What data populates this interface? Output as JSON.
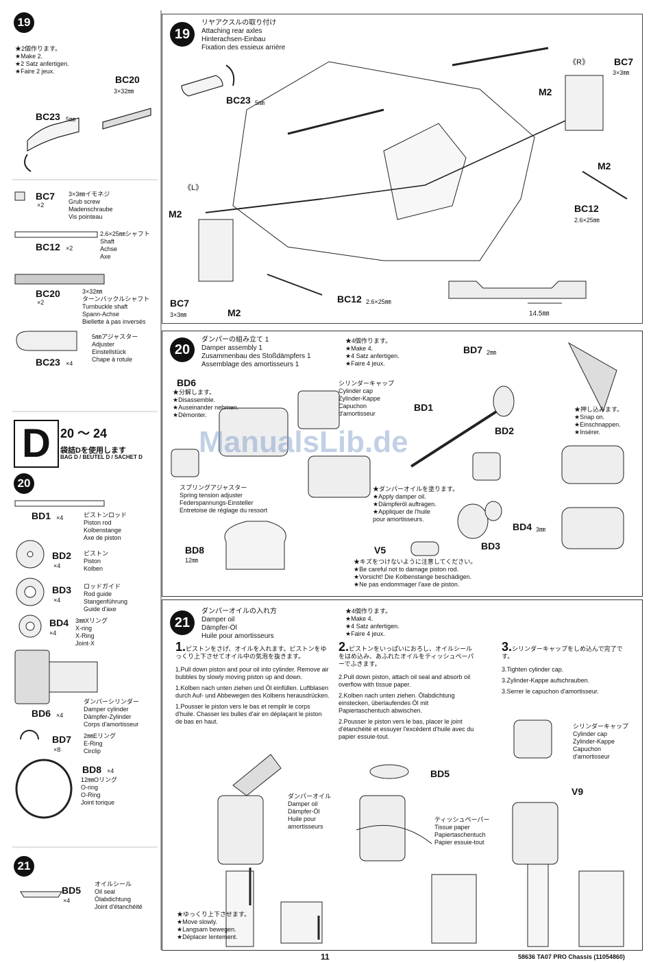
{
  "step19": {
    "num": "19",
    "make2": "★2個作ります。\n★Make 2.\n★2 Satz anfertigen.\n★Faire 2 jeux.",
    "bc20_label": "BC20",
    "bc20_size": "3×32㎜",
    "bc23_label": "BC23",
    "bc23_size": "5㎜",
    "bc23r_label": "BC23",
    "bc23r_size": "5㎜",
    "title": "リヤアクスルの取り付け\nAttaching rear axles\nHinterachsen-Einbau\nFixation des essieux arrière",
    "r": "《R》",
    "l": "《L》",
    "bc7": "BC7",
    "bc7_size": "3×3㎜",
    "m2": "M2",
    "bc12": "BC12",
    "bc12_size": "2.6×25㎜",
    "bc12_inline": "BC12",
    "bc12_inline_size": "2.6×25㎜",
    "dim": "14.5㎜"
  },
  "parts19": [
    {
      "label": "BC7",
      "qty": "×2",
      "desc": "3×3㎜イモネジ\nGrub screw\nMadenschraube\nVis pointeau"
    },
    {
      "label": "BC12",
      "qty": "×2",
      "desc": "2.6×25㎜シャフト\nShaft\nAchse\nAxe"
    },
    {
      "label": "BC20",
      "qty": "×2",
      "desc": "3×32㎜\nターンバックルシャフト\nTurnbuckle shaft\nSpann-Achse\nBiellette à pas inversés"
    },
    {
      "label": "BC23",
      "qty": "×4",
      "desc": "5㎜アジャスター\nAdjuster\nEinstellstück\nChape à rotule"
    }
  ],
  "bagD": {
    "letter": "D",
    "range": "20 ～ 24",
    "jp": "袋詰Dを使用します",
    "en": "BAG D / BEUTEL D / SACHET D"
  },
  "parts20": {
    "num": "20",
    "items": [
      {
        "label": "BD1",
        "qty": "×4",
        "desc": "ピストンロッド\nPiston rod\nKolbenstange\nAxe de piston"
      },
      {
        "label": "BD2",
        "qty": "×4",
        "desc": "ピストン\nPiston\nKolben"
      },
      {
        "label": "BD3",
        "qty": "×4",
        "desc": "ロッドガイド\nRod guide\nStangenführung\nGuide d'axe"
      },
      {
        "label": "BD4",
        "qty": "×4",
        "desc": "3㎜Xリング\nX-ring\nX-Ring\nJoint-X"
      },
      {
        "label": "BD6",
        "qty": "×4",
        "desc": "ダンパーシリンダー\nDamper cylinder\nDämpfer-Zylinder\nCorps d'amortisseur"
      },
      {
        "label": "BD7",
        "qty": "×8",
        "desc": "2㎜Eリング\nE-Ring\nCirclip"
      },
      {
        "label": "BD8",
        "qty": "×4",
        "desc": "12㎜Oリング\nO-ring\nO-Ring\nJoint torique"
      }
    ]
  },
  "parts21": {
    "num": "21",
    "label": "BD5",
    "qty": "×4",
    "desc": "オイルシール\nOil seal\nÖlabdichtung\nJoint d'étanchéité"
  },
  "step20": {
    "num": "20",
    "title": "ダンパーの組み立て 1\nDamper assembly 1\nZusammenbau des Stoßdämpfers 1\nAssemblage des amortisseurs 1",
    "make4": "★4個作ります。\n★Make 4.\n★4 Satz anfertigen.\n★Faire 4 jeux.",
    "bd6": "BD6",
    "bd6_note": "★分解します。\n★Disassemble.\n★Auseinander nehmen.\n★Démonter.",
    "cap": "シリンダーキャップ\nCylinder cap\nZylinder-Kappe\nCapuchon\nd'amortisseur",
    "bd7": "BD7",
    "bd7_size": "2㎜",
    "bd1": "BD1",
    "bd2": "BD2",
    "push": "★押し込みます。\n★Snap on.\n★Einschnappen.\n★Insérer.",
    "spring": "スプリングアジャスター\nSpring tension adjuster\nFederspannungs-Einsteller\nEntretoise de réglage du ressort",
    "oil": "★ダンパーオイルを塗ります。\n★Apply damper oil.\n★Dämpferöl auftragen.\n★Appliquer de l'huile\npour amortisseurs.",
    "bd8": "BD8",
    "bd8_size": "12㎜",
    "bd4": "BD4",
    "bd4_size": "3㎜",
    "bd3": "BD3",
    "v5": "V5",
    "care": "★キズをつけないように注意してください。\n★Be careful not to damage piston rod.\n★Vorsicht! Die Kolbenstange beschädigen.\n★Ne pas endommager l'axe de piston."
  },
  "step21": {
    "num": "21",
    "title": "ダンパーオイルの入れ方\nDamper oil\nDämpfer-Öl\nHuile pour amortisseurs",
    "make4": "★4個作ります。\n★Make 4.\n★4 Satz anfertigen.\n★Faire 4 jeux.",
    "s1n": "1.",
    "s1jp": "ピストンをさげ、オイルを入れます。ピストンをゆっくり上下させてオイル中の気泡を抜きます。",
    "s1en": "1.Pull down piston and pour oil into cylinder. Remove air bubbles by slowly moving piston up and down.",
    "s1de": "1.Kolben nach unten ziehen und Öl einfüllen. Luftblasen durch Auf- und Abbewegen des Kolbens herausdrücken.",
    "s1fr": "1.Pousser le piston vers le bas et remplir le corps d'huile. Chasser les bulles d'air en déplaçant le piston de bas en haut.",
    "s2n": "2.",
    "s2jp": "ピストンをいっぱいにおろし、オイルシールをはめ込み、あふれたオイルをティッシュペーパーでふきます。",
    "s2en": "2.Pull down piston, attach oil seal and absorb oil overflow with tissue paper.",
    "s2de": "2.Kolben nach unten ziehen. Ölabdichtung einstecken, überlaufendes Öl mit Papiertaschentuch abwischen.",
    "s2fr": "2.Pousser le piston vers le bas, placer le joint d'étanchéité et essuyer l'excédent d'huile avec du papier essuie-tout.",
    "s3n": "3.",
    "s3jp": "シリンダーキャップをしめ込んで完了です。",
    "s3en": "3.Tighten cylinder cap.",
    "s3de": "3.Zylinder-Kappe aufschrauben.",
    "s3fr": "3.Serrer le capuchon d'amortisseur.",
    "oil": "ダンパーオイル\nDamper oil\nDämpfer-Öl\nHuile pour\namortisseurs",
    "bd5": "BD5",
    "tissue": "ティッシュペーパー\nTissue paper\nPapiertaschentuch\nPapier essuie-tout",
    "cap": "シリンダーキャップ\nCylinder cap\nZylinder-Kappe\nCapuchon\nd'amortisseur",
    "v9": "V9",
    "slow": "★ゆっくり上下させます。\n★Move slowly.\n★Langsam bewegen.\n★Déplacer lentement."
  },
  "watermark": "ManualsLib.de",
  "footer": {
    "page": "11",
    "ref": "58636 TA07 PRO Chassis (11054860)"
  }
}
